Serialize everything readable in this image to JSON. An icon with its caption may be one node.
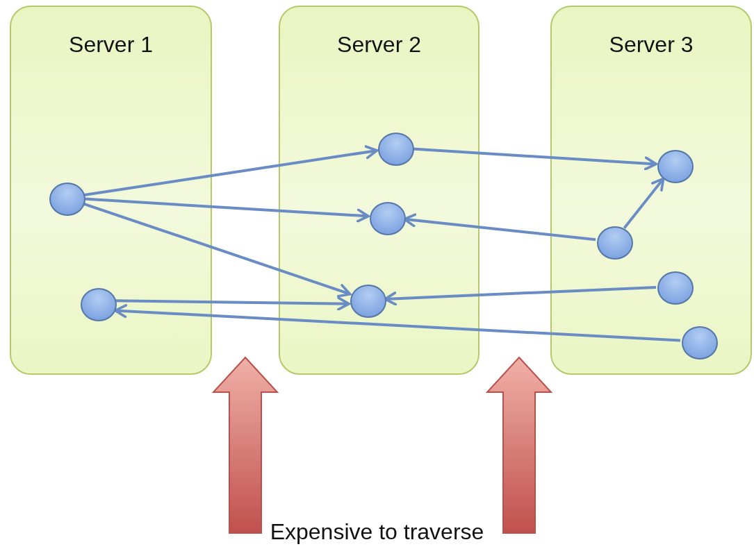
{
  "diagram": {
    "nodes": [
      {
        "text": [
          "Server 1"
        ]
      },
      {
        "text": [
          "Server 2"
        ]
      },
      {
        "text": [
          "Server 3"
        ]
      },
      {
        "text": [],
        "shape": "circle",
        "in": 0
      },
      {
        "text": [],
        "shape": "circle",
        "in": 0
      },
      {
        "text": [],
        "shape": "circle",
        "in": 1
      },
      {
        "text": [],
        "shape": "circle",
        "in": 1
      },
      {
        "text": [],
        "shape": "circle",
        "in": 1
      },
      {
        "text": [],
        "shape": "circle",
        "in": 2
      },
      {
        "text": [],
        "shape": "circle",
        "in": 2
      },
      {
        "text": [],
        "shape": "circle",
        "in": 2
      },
      {
        "text": [],
        "shape": "circle",
        "in": 2
      }
    ],
    "edges": [
      {
        "from": 3,
        "to": 5,
        "arrow": "to"
      },
      {
        "from": 3,
        "to": 6,
        "arrow": "to"
      },
      {
        "from": 3,
        "to": 7,
        "arrow": "to"
      },
      {
        "from": 5,
        "to": 8,
        "arrow": "to"
      },
      {
        "from": 9,
        "to": 6,
        "arrow": "to"
      },
      {
        "from": 9,
        "to": 8,
        "arrow": "to"
      },
      {
        "from": 10,
        "to": 7,
        "arrow": "to"
      },
      {
        "from": 4,
        "to": 7,
        "arrow": "to"
      },
      {
        "from": 11,
        "to": 4,
        "arrow": "to"
      }
    ],
    "labels": [
      "Expensive to traverse"
    ]
  }
}
